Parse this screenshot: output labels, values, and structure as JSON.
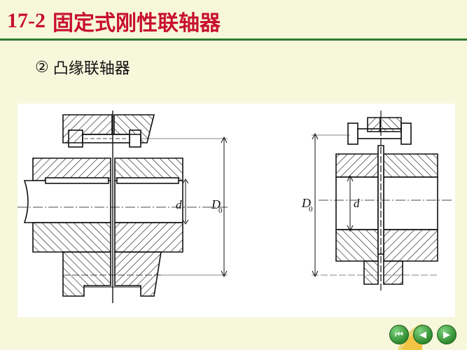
{
  "header": {
    "section_number": "17-2",
    "section_title": "固定式刚性联轴器"
  },
  "subheading": {
    "marker": "②",
    "text": "凸缘联轴器"
  },
  "figure": {
    "left_labels": {
      "d": "d",
      "D0": "D",
      "D0_sub": "0"
    },
    "right_labels": {
      "d": "d",
      "D0": "D",
      "D0_sub": "0"
    }
  },
  "nav": {
    "first_glyph": "⏮",
    "prev_glyph": "◀",
    "next_glyph": "▶"
  },
  "colors": {
    "title": "#c8102e",
    "rule": "#2e7d32",
    "background": "#f7f7dc"
  }
}
